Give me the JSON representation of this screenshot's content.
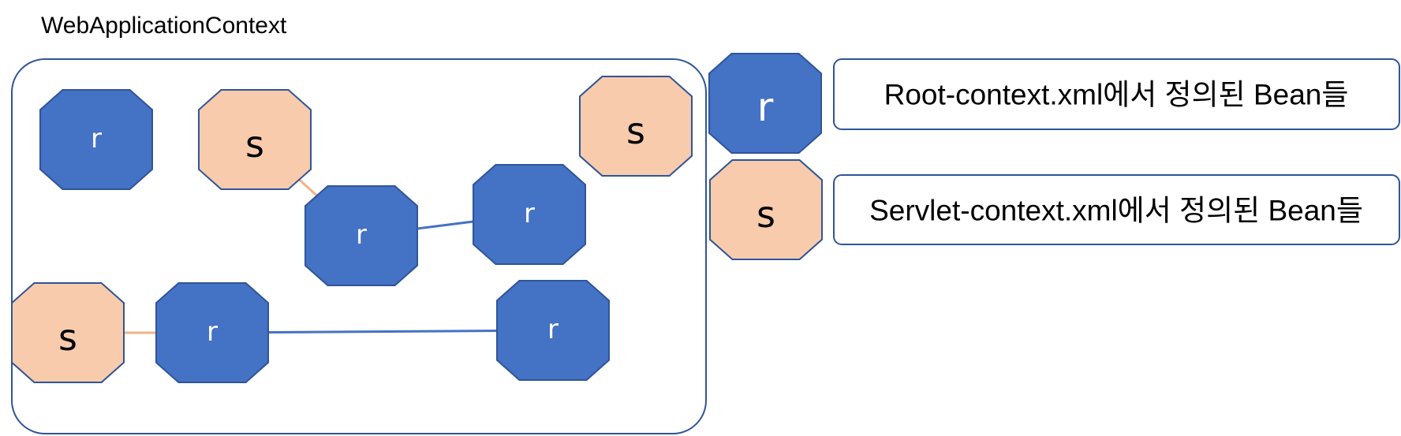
{
  "title": "WebApplicationContext",
  "colors": {
    "root_bean": "#4472C4",
    "servlet_bean": "#F8CBAD",
    "outline": "#2F5597",
    "root_link": "#4472C4",
    "servlet_link": "#F4B183"
  },
  "nodes": [
    {
      "id": "n1",
      "type": "root",
      "label": "r"
    },
    {
      "id": "n2",
      "type": "servlet",
      "label": "s"
    },
    {
      "id": "n3",
      "type": "root",
      "label": "r"
    },
    {
      "id": "n4",
      "type": "root",
      "label": "r"
    },
    {
      "id": "n5",
      "type": "servlet",
      "label": "s"
    },
    {
      "id": "n6",
      "type": "servlet",
      "label": "s"
    },
    {
      "id": "n7",
      "type": "root",
      "label": "r"
    },
    {
      "id": "n8",
      "type": "root",
      "label": "r"
    }
  ],
  "edges": [
    {
      "from": "n2",
      "to": "n3",
      "type": "servlet"
    },
    {
      "from": "n3",
      "to": "n4",
      "type": "root"
    },
    {
      "from": "n6",
      "to": "n7",
      "type": "servlet"
    },
    {
      "from": "n7",
      "to": "n8",
      "type": "root"
    }
  ],
  "legend": [
    {
      "type": "root",
      "symbol": "r",
      "text": "Root-context.xml에서 정의된 Bean들"
    },
    {
      "type": "servlet",
      "symbol": "s",
      "text": "Servlet-context.xml에서 정의된 Bean들"
    }
  ]
}
